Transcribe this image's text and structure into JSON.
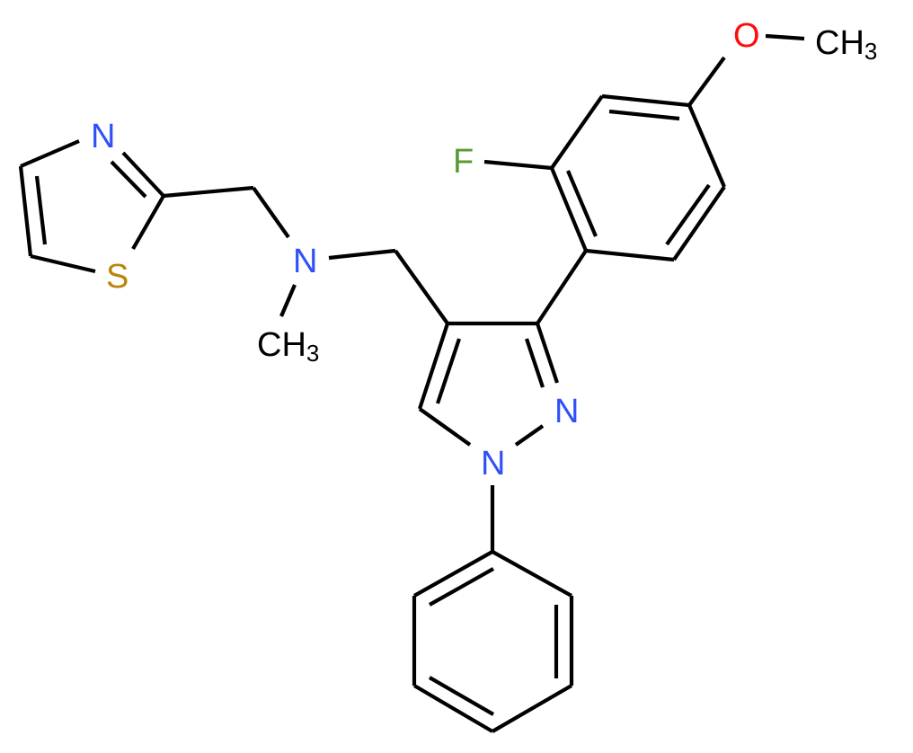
{
  "molecule": {
    "description": "Skeletal structure: N-[[3-(2-fluoro-4-methoxyphenyl)-1-phenylpyrazol-4-yl]methyl]-N-methyl-1-(1,3-thiazol-2-yl)methanamine",
    "colors": {
      "bond": "#000000",
      "nitrogen": "#3050F8",
      "oxygen": "#FF0D0D",
      "sulfur": "#B8860B",
      "fluorine": "#5A9A32",
      "carbon_label": "#000000"
    },
    "labels": {
      "thiazole_n": "N",
      "thiazole_s": "S",
      "amine_n": "N",
      "amine_methyl_c": "CH",
      "amine_methyl_sub": "3",
      "pyrazole_n2": "N",
      "pyrazole_n1": "N",
      "fluorine": "F",
      "methoxy_o": "O",
      "methoxy_c": "CH",
      "methoxy_sub": "3"
    }
  }
}
